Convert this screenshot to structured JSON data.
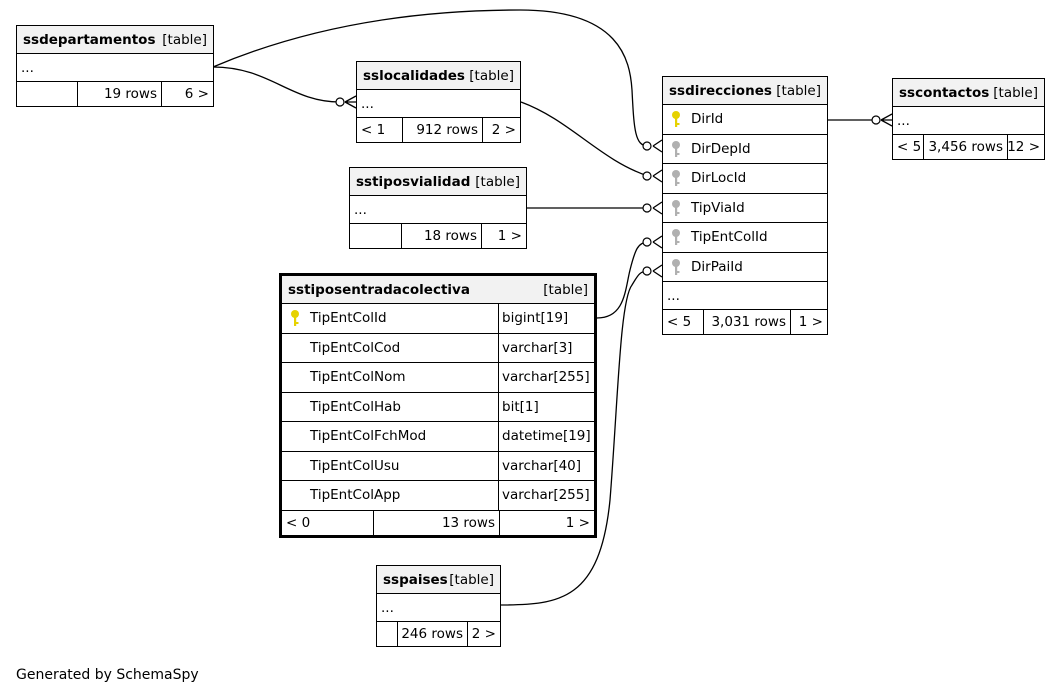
{
  "tables": {
    "ssdepartamentos": {
      "name": "ssdepartamentos",
      "type": "[table]",
      "ellipsis": "...",
      "parents": "",
      "rows": "19 rows",
      "children": "6 >"
    },
    "sslocalidades": {
      "name": "sslocalidades",
      "type": "[table]",
      "ellipsis": "...",
      "parents": "< 1",
      "rows": "912 rows",
      "children": "2 >"
    },
    "sstiposvialidad": {
      "name": "sstiposvialidad",
      "type": "[table]",
      "ellipsis": "...",
      "parents": "",
      "rows": "18 rows",
      "children": "1 >"
    },
    "ssdirecciones": {
      "name": "ssdirecciones",
      "type": "[table]",
      "columns": [
        "DirId",
        "DirDepId",
        "DirLocId",
        "TipViaId",
        "TipEntColId",
        "DirPaiId"
      ],
      "ellipsis": "...",
      "parents": "< 5",
      "rows": "3,031 rows",
      "children": "1 >"
    },
    "sscontactos": {
      "name": "sscontactos",
      "type": "[table]",
      "ellipsis": "...",
      "parents": "< 5",
      "rows": "3,456 rows",
      "children": "12 >"
    },
    "sstiposentradacolectiva": {
      "name": "sstiposentradacolectiva",
      "type": "[table]",
      "columns": [
        {
          "name": "TipEntColId",
          "type": "bigint[19]"
        },
        {
          "name": "TipEntColCod",
          "type": "varchar[3]"
        },
        {
          "name": "TipEntColNom",
          "type": "varchar[255]"
        },
        {
          "name": "TipEntColHab",
          "type": "bit[1]"
        },
        {
          "name": "TipEntColFchMod",
          "type": "datetime[19]"
        },
        {
          "name": "TipEntColUsu",
          "type": "varchar[40]"
        },
        {
          "name": "TipEntColApp",
          "type": "varchar[255]"
        }
      ],
      "parents": "< 0",
      "rows": "13 rows",
      "children": "1 >"
    },
    "sspaises": {
      "name": "sspaises",
      "type": "[table]",
      "ellipsis": "...",
      "parents": "",
      "rows": "246 rows",
      "children": "2 >"
    }
  },
  "footer": "Generated by SchemaSpy",
  "colors": {
    "primary_key_icon": "#e6d200",
    "foreign_key_icon": "#b0b0b0",
    "header_bg": "#f2f2f2",
    "line": "#000000"
  }
}
